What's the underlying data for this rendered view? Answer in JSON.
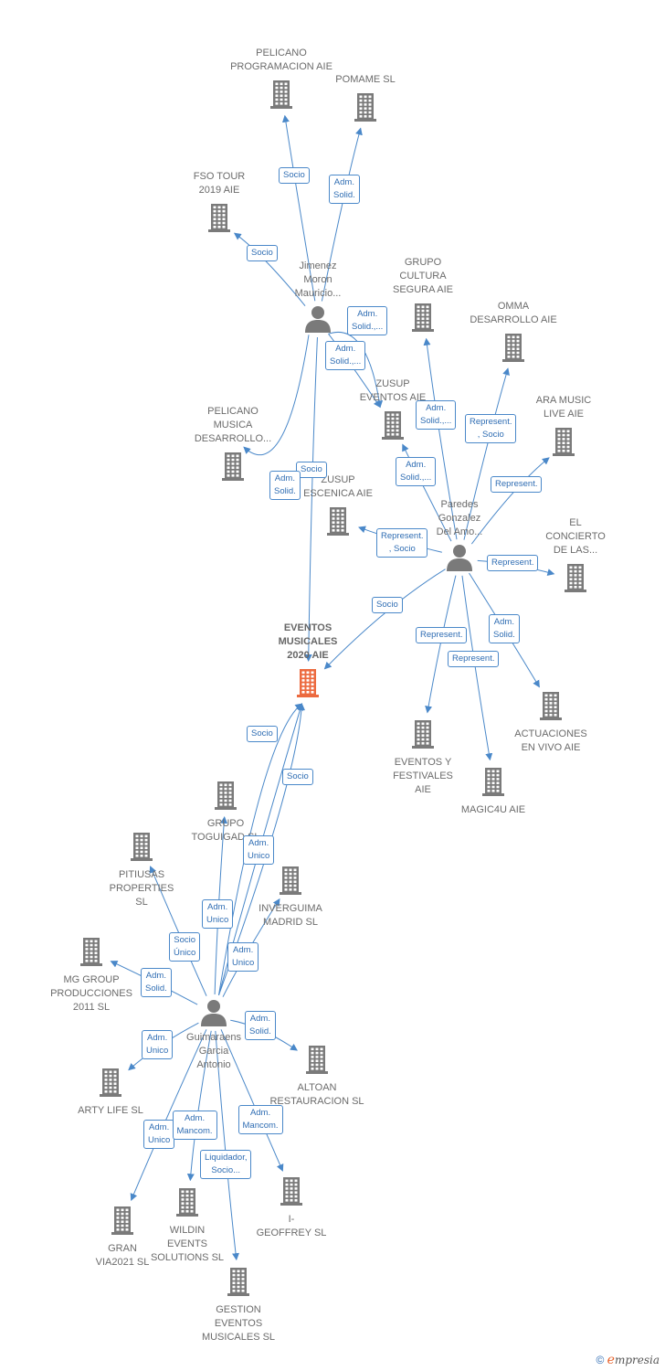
{
  "colors": {
    "company": "#7a7a7a",
    "focus": "#ec6a3f",
    "person": "#7a7a7a",
    "edge": "#4a88c9"
  },
  "nodes": [
    {
      "id": "pelicano_prog",
      "type": "company",
      "label": "PELICANO\nPROGRAMACION AIE"
    },
    {
      "id": "pomame",
      "type": "company",
      "label": "POMAME  SL"
    },
    {
      "id": "fso",
      "type": "company",
      "label": "FSO TOUR\n2019 AIE"
    },
    {
      "id": "jimenez",
      "type": "person",
      "label": "Jimenez\nMoron\nMauricio..."
    },
    {
      "id": "grupo_cultura",
      "type": "company",
      "label": "GRUPO\nCULTURA\nSEGURA AIE"
    },
    {
      "id": "omma",
      "type": "company",
      "label": "OMMA\nDESARROLLO AIE"
    },
    {
      "id": "zusup_ev",
      "type": "company",
      "label": "ZUSUP\nEVENTOS AIE"
    },
    {
      "id": "ara",
      "type": "company",
      "label": "ARA MUSIC\nLIVE AIE"
    },
    {
      "id": "pelicano_mus",
      "type": "company",
      "label": "PELICANO\nMUSICA\nDESARROLLO..."
    },
    {
      "id": "zusup_esc",
      "type": "company",
      "label": "ZUSUP\nESCENICA AIE"
    },
    {
      "id": "paredes",
      "type": "person",
      "label": "Paredes\nGonzalez\nDel Amo..."
    },
    {
      "id": "concierto",
      "type": "company",
      "label": "EL\nCONCIERTO\nDE LAS..."
    },
    {
      "id": "eventos_musicales",
      "type": "focus",
      "label": "EVENTOS\nMUSICALES\n2020 AIE"
    },
    {
      "id": "actuaciones",
      "type": "company",
      "label": "ACTUACIONES\nEN VIVO AIE"
    },
    {
      "id": "eventos_festivales",
      "type": "company",
      "label": "EVENTOS Y\nFESTIVALES\nAIE"
    },
    {
      "id": "magic4u",
      "type": "company",
      "label": "MAGIC4U AIE"
    },
    {
      "id": "grupo_toguigad",
      "type": "company",
      "label": "GRUPO\nTOGUIGAD SL"
    },
    {
      "id": "pitiusas",
      "type": "company",
      "label": "PITIUSAS\nPROPERTIES\nSL"
    },
    {
      "id": "inverguima",
      "type": "company",
      "label": "INVERGUIMA\nMADRID  SL"
    },
    {
      "id": "mg_group",
      "type": "company",
      "label": "MG GROUP\nPRODUCCIONES\n2011 SL"
    },
    {
      "id": "guimaraens",
      "type": "person",
      "label": "Guimaraens\nGarcia\nAntonio"
    },
    {
      "id": "altoan",
      "type": "company",
      "label": "ALTOAN\nRESTAURACION SL"
    },
    {
      "id": "arty",
      "type": "company",
      "label": "ARTY LIFE  SL"
    },
    {
      "id": "gran_via",
      "type": "company",
      "label": "GRAN\nVIA2021  SL"
    },
    {
      "id": "wildin",
      "type": "company",
      "label": "WILDIN\nEVENTS\nSOLUTIONS  SL"
    },
    {
      "id": "i_geoffrey",
      "type": "company",
      "label": "I-\nGEOFFREY  SL"
    },
    {
      "id": "gestion",
      "type": "company",
      "label": "GESTION\nEVENTOS\nMUSICALES SL"
    }
  ],
  "edges": [
    {
      "from": "jimenez",
      "to": "pelicano_prog",
      "label": "Socio"
    },
    {
      "from": "jimenez",
      "to": "pomame",
      "label": "Adm.\nSolid."
    },
    {
      "from": "jimenez",
      "to": "fso",
      "label": "Socio"
    },
    {
      "from": "jimenez",
      "to": "zusup_ev",
      "label": "Adm.\nSolid.,..."
    },
    {
      "from": "jimenez",
      "to": "zusup_ev",
      "label": "Adm.\nSolid.,..."
    },
    {
      "from": "jimenez",
      "to": "eventos_musicales",
      "label": "Socio"
    },
    {
      "from": "jimenez",
      "to": "pelicano_mus",
      "label": "Adm.\nSolid."
    },
    {
      "from": "paredes",
      "to": "grupo_cultura",
      "label": "Adm.\nSolid.,..."
    },
    {
      "from": "paredes",
      "to": "omma",
      "label": "Represent.\n, Socio"
    },
    {
      "from": "paredes",
      "to": "zusup_ev",
      "label": "Adm.\nSolid.,..."
    },
    {
      "from": "paredes",
      "to": "ara",
      "label": "Represent."
    },
    {
      "from": "paredes",
      "to": "zusup_esc",
      "label": "Represent.\n, Socio"
    },
    {
      "from": "paredes",
      "to": "concierto",
      "label": "Represent."
    },
    {
      "from": "paredes",
      "to": "eventos_musicales",
      "label": "Socio"
    },
    {
      "from": "paredes",
      "to": "eventos_festivales",
      "label": "Represent."
    },
    {
      "from": "paredes",
      "to": "magic4u",
      "label": "Represent."
    },
    {
      "from": "paredes",
      "to": "actuaciones",
      "label": "Adm.\nSolid."
    },
    {
      "from": "guimaraens",
      "to": "eventos_musicales",
      "label": "Socio"
    },
    {
      "from": "guimaraens",
      "to": "eventos_musicales",
      "label": "Socio"
    },
    {
      "from": "guimaraens",
      "to": "eventos_musicales",
      "label": "Adm.\nUnico"
    },
    {
      "from": "guimaraens",
      "to": "grupo_toguigad",
      "label": "Adm.\nUnico"
    },
    {
      "from": "guimaraens",
      "to": "pitiusas",
      "label": "Socio\nÚnico"
    },
    {
      "from": "guimaraens",
      "to": "inverguima",
      "label": "Adm.\nUnico"
    },
    {
      "from": "guimaraens",
      "to": "mg_group",
      "label": "Adm.\nSolid."
    },
    {
      "from": "guimaraens",
      "to": "altoan",
      "label": "Adm.\nSolid."
    },
    {
      "from": "guimaraens",
      "to": "arty",
      "label": "Adm.\nUnico"
    },
    {
      "from": "guimaraens",
      "to": "gran_via",
      "label": "Adm.\nUnico"
    },
    {
      "from": "guimaraens",
      "to": "wildin",
      "label": "Adm.\nMancom."
    },
    {
      "from": "guimaraens",
      "to": "i_geoffrey",
      "label": "Adm.\nMancom."
    },
    {
      "from": "guimaraens",
      "to": "gestion",
      "label": "Liquidador,\nSocio..."
    }
  ],
  "footer": {
    "copyright": "©",
    "brand_e": "e",
    "brand_rest": "mpresia"
  }
}
